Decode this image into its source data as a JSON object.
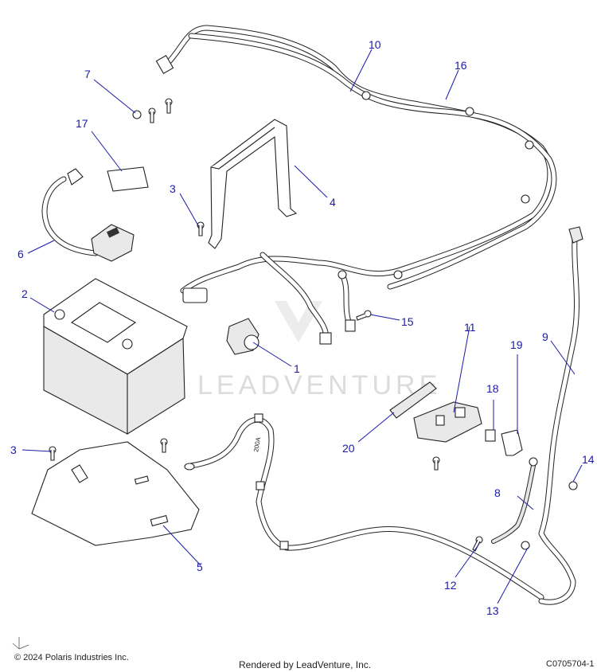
{
  "watermark": {
    "text": "LEADVENTURE"
  },
  "callouts": [
    {
      "num": "1"
    },
    {
      "num": "2"
    },
    {
      "num": "3"
    },
    {
      "num": "3"
    },
    {
      "num": "4"
    },
    {
      "num": "5"
    },
    {
      "num": "6"
    },
    {
      "num": "7"
    },
    {
      "num": "8"
    },
    {
      "num": "9"
    },
    {
      "num": "10"
    },
    {
      "num": "11"
    },
    {
      "num": "12"
    },
    {
      "num": "13"
    },
    {
      "num": "14"
    },
    {
      "num": "15"
    },
    {
      "num": "16"
    },
    {
      "num": "17"
    },
    {
      "num": "18"
    },
    {
      "num": "19"
    },
    {
      "num": "20"
    }
  ],
  "cable_label": "200A",
  "footer": {
    "copyright": "© 2024 Polaris Industries Inc.",
    "rendered_by": "Rendered by LeadVenture, Inc.",
    "code": "C0705704-1"
  },
  "colors": {
    "callout": "#1a1aa8",
    "line": "#222222",
    "watermark": "#dcdcdc"
  }
}
